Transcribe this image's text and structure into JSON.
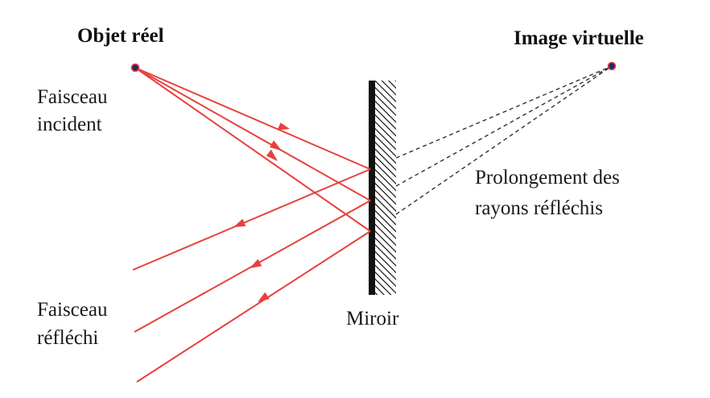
{
  "labels": {
    "objet_reel": "Objet réel",
    "image_virtuelle": "Image virtuelle",
    "faisceau_incident_line1": "Faisceau",
    "faisceau_incident_line2": "incident",
    "faisceau_reflechi_line1": "Faisceau",
    "faisceau_reflechi_line2": "réfléchi",
    "prolongement_line1": "Prolongement des",
    "prolongement_line2": "rayons réfléchis",
    "miroir": "Miroir"
  },
  "colors": {
    "ray": "#e8413c",
    "point_fill": "#1f2a6b",
    "point_stroke": "#e8413c",
    "dashed": "#333333",
    "mirror": "#111111"
  }
}
